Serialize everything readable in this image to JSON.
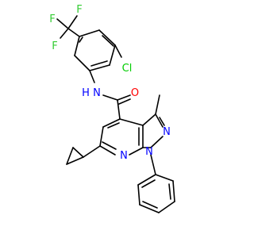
{
  "diagram": {
    "type": "chemical-structure",
    "colors": {
      "bond": "#000000",
      "nitrogen": "#0000ff",
      "oxygen": "#ff0000",
      "fluorine": "#33cc33",
      "chlorine": "#00cc00",
      "background": "#ffffff"
    },
    "atom_labels": {
      "f1": "F",
      "f2": "F",
      "f3": "F",
      "cl": "Cl",
      "nh": "N",
      "nh_h": "H",
      "o": "O",
      "n_pyrazole_2": "N",
      "n_pyrazole_1": "N",
      "n_pyridine": "N"
    }
  }
}
